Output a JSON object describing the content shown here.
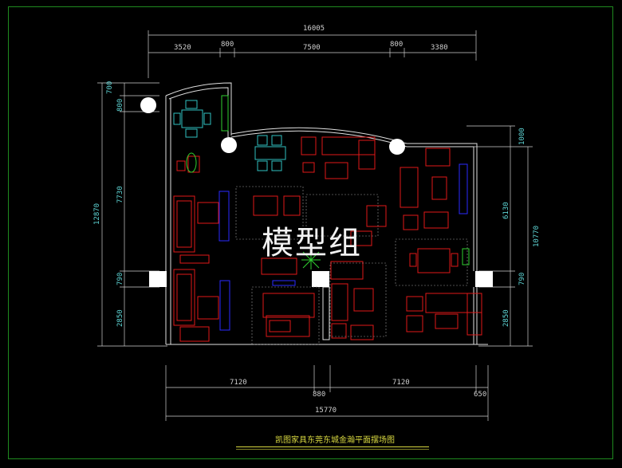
{
  "drawing": {
    "watermark": "模型组",
    "caption": "凯图家具东莞东城金瀚平面摆场图",
    "colors": {
      "frame": "#1f8a1f",
      "wall": "#e0e0e0",
      "furniture": "#e01818",
      "dimension": "#5fd7d7",
      "accent_blue": "#2a2aff",
      "caption": "#d8d840"
    }
  },
  "dimensions": {
    "top_total": "16005",
    "top_segments": [
      "3520",
      "800",
      "7500",
      "800",
      "3380"
    ],
    "bottom_segments": [
      "7120",
      "880",
      "7120",
      "650"
    ],
    "bottom_total": "15770",
    "left_outer": "12870",
    "left_segments": [
      "700",
      "800",
      "7730",
      "790",
      "2850"
    ],
    "right_segments": [
      "1000",
      "6130",
      "790",
      "2850"
    ],
    "right_outer": "10770"
  }
}
